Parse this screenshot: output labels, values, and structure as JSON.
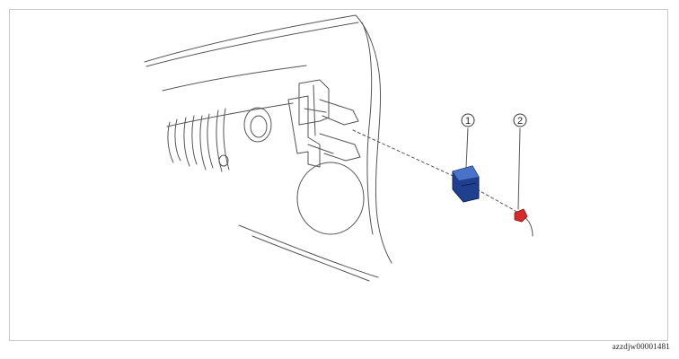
{
  "diagram": {
    "callouts": [
      {
        "id": "1",
        "label": "1"
      },
      {
        "id": "2",
        "label": "2"
      }
    ],
    "part_colors": {
      "connector": "#1f3f8f",
      "connector_highlight": "#4a72c9",
      "cable_clip": "#d42a2a"
    },
    "drawing_code": "azzdjw00001481"
  }
}
